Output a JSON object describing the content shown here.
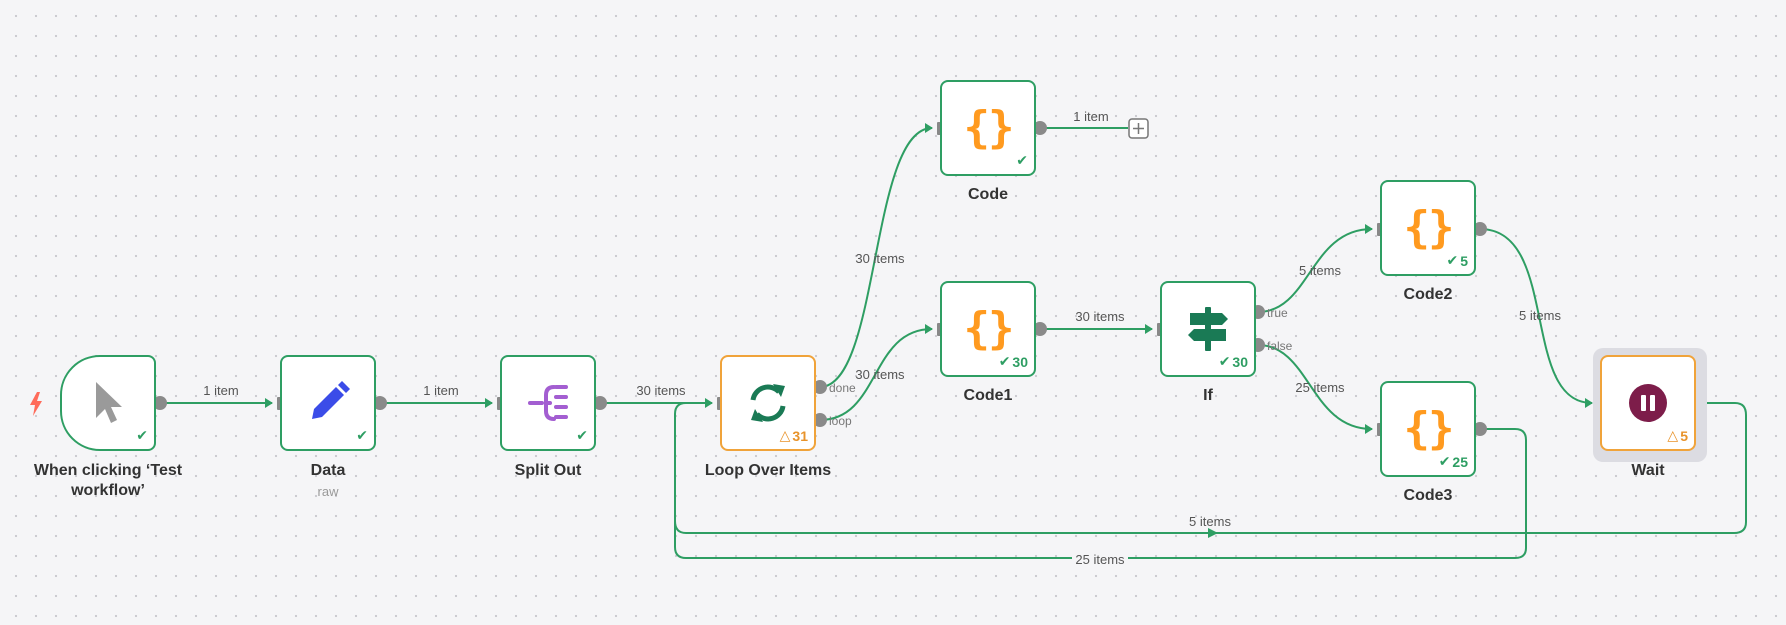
{
  "nodes": {
    "trigger": {
      "label": "When clicking ‘Test workflow’",
      "icon": "cursor-icon"
    },
    "data": {
      "label": "Data",
      "sublabel": "raw",
      "icon": "pencil-icon"
    },
    "split_out": {
      "label": "Split Out",
      "icon": "split-out-icon"
    },
    "loop": {
      "label": "Loop Over Items",
      "icon": "loop-icon",
      "status": "31",
      "done_label": "done",
      "loop_label": "loop"
    },
    "code": {
      "label": "Code",
      "icon": "code-braces-icon"
    },
    "code1": {
      "label": "Code1",
      "icon": "code-braces-icon",
      "status": "30"
    },
    "if": {
      "label": "If",
      "icon": "signpost-icon",
      "status": "30",
      "true_label": "true",
      "false_label": "false"
    },
    "code2": {
      "label": "Code2",
      "icon": "code-braces-icon",
      "status": "5"
    },
    "code3": {
      "label": "Code3",
      "icon": "code-braces-icon",
      "status": "25"
    },
    "wait": {
      "label": "Wait",
      "icon": "pause-icon",
      "status": "5"
    }
  },
  "edges": {
    "trigger_data": "1 item",
    "data_split": "1 item",
    "split_loop": "30 items",
    "loop_code": "30 items",
    "loop_code1": "30 items",
    "code_out": "1 item",
    "code1_if": "30 items",
    "if_code2": "5 items",
    "if_code3": "25 items",
    "code2_wait": "5 items",
    "wait_loop": "5 items",
    "code3_loop": "25 items"
  },
  "colors": {
    "edge": "#2e9e63",
    "success": "#2e9e63",
    "warning": "#f0a33a",
    "code_icon": "#ff9a1f",
    "wait_icon": "#7d1d4a",
    "data_icon": "#3b4ce8",
    "split_icon": "#a35ed1"
  }
}
